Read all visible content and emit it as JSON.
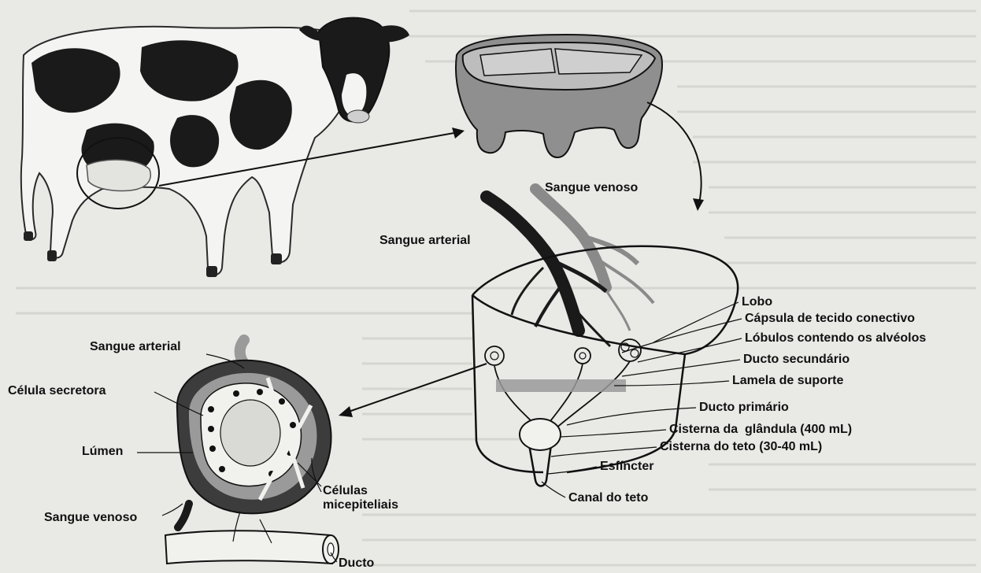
{
  "labels": {
    "sangue_venoso_top": "Sangue venoso",
    "sangue_arterial_top": "Sangue arterial",
    "lobo": "Lobo",
    "capsula": "Cápsula de tecido conectivo",
    "lobulos": "Lóbulos contendo os alvéolos",
    "ducto_secundario": "Ducto secundário",
    "lamela": "Lamela de suporte",
    "ducto_primario": "Ducto primário",
    "cisterna_glandula": "Cisterna da  glândula (400 mL)",
    "cisterna_teto": "Cisterna do teto (30-40 mL)",
    "esfincter": "Esfíncter",
    "canal_teto": "Canal do teto",
    "sangue_arterial_left": "Sangue arterial",
    "celula_secretora": "Célula secretora",
    "lumen": "Lúmen",
    "sangue_venoso_left": "Sangue venoso",
    "celulas_mioepiteliais": "Células\nmicepiteliais",
    "ducto": "Ducto"
  },
  "colors": {
    "background": "#e9e9e6",
    "ink": "#111111",
    "arterial": "#1a1a1a",
    "venous": "#8a8a8a",
    "tissue_dark": "#3c3c3c",
    "tissue_mid": "#9a9a9a"
  }
}
